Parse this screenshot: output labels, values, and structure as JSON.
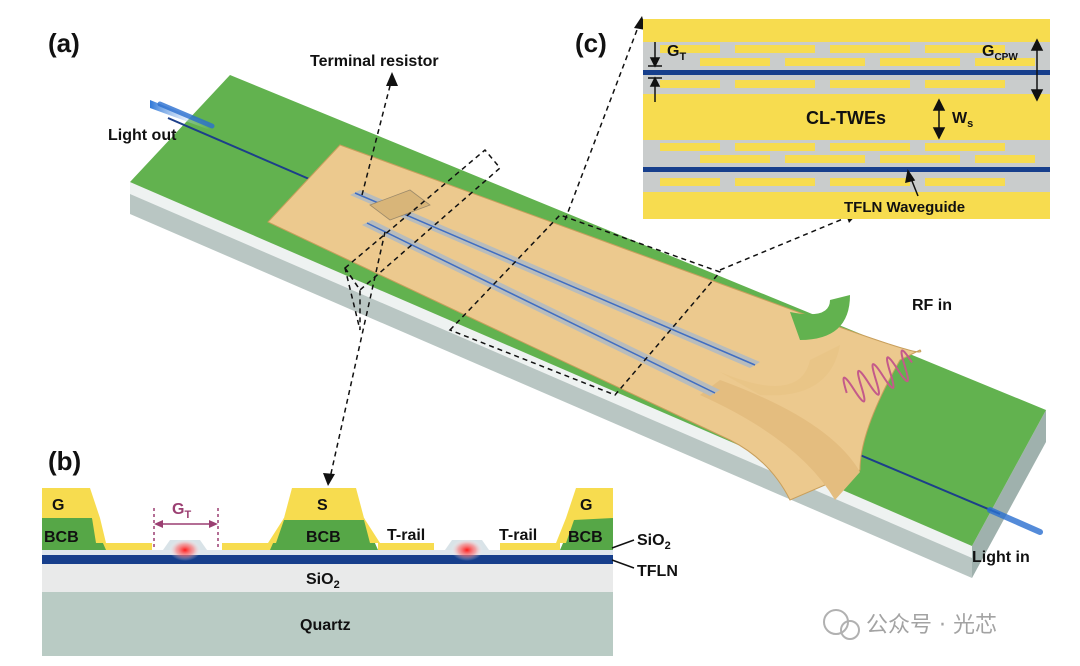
{
  "panels": {
    "a": "(a)",
    "b": "(b)",
    "c": "(c)"
  },
  "labels_a": {
    "terminal_resistor": "Terminal resistor",
    "light_out": "Light out",
    "light_in": "Light in",
    "rf_in": "RF in"
  },
  "labels_b": {
    "g_left": "G",
    "s": "S",
    "g_right": "G",
    "bcb_left": "BCB",
    "bcb_center": "BCB",
    "bcb_right": "BCB",
    "t_rail_left": "T-rail",
    "t_rail_right": "T-rail",
    "gap_main": "G",
    "gap_sub": "T",
    "sio2_top_main": "SiO",
    "sio2_top_sub": "2",
    "tfln": "TFLN",
    "sio2_main": "SiO",
    "sio2_sub": "2",
    "quartz": "Quartz"
  },
  "labels_c": {
    "gt_main": "G",
    "gt_sub": "T",
    "gcpw_main": "G",
    "gcpw_sub": "CPW",
    "cl_twes": "CL-TWEs",
    "ws_main": "W",
    "ws_sub": "s",
    "tfln_waveguide": "TFLN Waveguide"
  },
  "watermark": "公众号 · 光芯",
  "colors": {
    "substrate_green": "#62b24f",
    "gold": "#ecc98e",
    "inset_gold": "#f7dc4f",
    "gap_gray": "#c9cccc",
    "waveguide_blue": "#173f8c",
    "bcb_green": "#56a747",
    "quartz": "#b9cbc4",
    "rf_wave": "#c45a8a"
  }
}
